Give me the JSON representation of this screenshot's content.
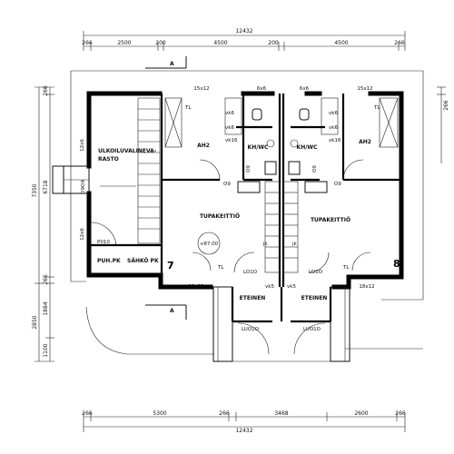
{
  "dimensions": {
    "top_total": "12432",
    "top_segments": [
      "266",
      "2500",
      "200",
      "4500",
      "200",
      "4500",
      "266"
    ],
    "bottom_total": "12432",
    "bottom_segments": [
      "266",
      "5300",
      "266",
      "3468",
      "2600",
      "266"
    ],
    "left_outer": [
      "7350",
      "2850"
    ],
    "left_inner": [
      "266",
      "6718",
      "266",
      "1884",
      "1100"
    ],
    "right": "266"
  },
  "rooms": {
    "storage": "ULKOILUVALINEVA-\nRASTO",
    "ah_left": "AH2",
    "ah_right": "AH2",
    "kh_left": "KH/WC",
    "kh_right": "KH/WC",
    "tupa_left": "TUPAKEITTIÖ",
    "tupa_right": "TUPAKEITTIÖ",
    "eteinen_left": "ETEINEN",
    "eteinen_right": "ETEINEN",
    "puh": "PUH.PK",
    "sahko": "SÄHKÖ PK"
  },
  "tags": {
    "window_l": "15x12",
    "window_m1": "6x6",
    "window_m2": "6x6",
    "window_r": "15x12",
    "window_bl": "18x12",
    "window_br": "18x12",
    "window_side1": "12x6",
    "window_side2": "12x6",
    "door_ext": "O9O9",
    "door_p": "P010",
    "door_l1": "LO1O",
    "door_l2": "LO1O",
    "door_lu1": "LUO1O",
    "door_lu2": "LUO1O",
    "vk5a": "vk5",
    "vk5b": "vk5",
    "vk6a": "vk6",
    "vk6b": "vk6",
    "vk6c": "vk6",
    "vk6d": "vk6",
    "vk16a": "vk16",
    "vk16b": "vk16",
    "d09a": "O9",
    "d09b": "O9",
    "d09c": "O9",
    "d09d": "O9",
    "tl1": "TL",
    "tl2": "TL",
    "tl3": "TL",
    "tl4": "TL",
    "jk": "jk",
    "jk2": "jk",
    "level": "+87.00",
    "section_top": "A",
    "section_bottom": "A",
    "unit_left": "7",
    "unit_right": "8"
  }
}
